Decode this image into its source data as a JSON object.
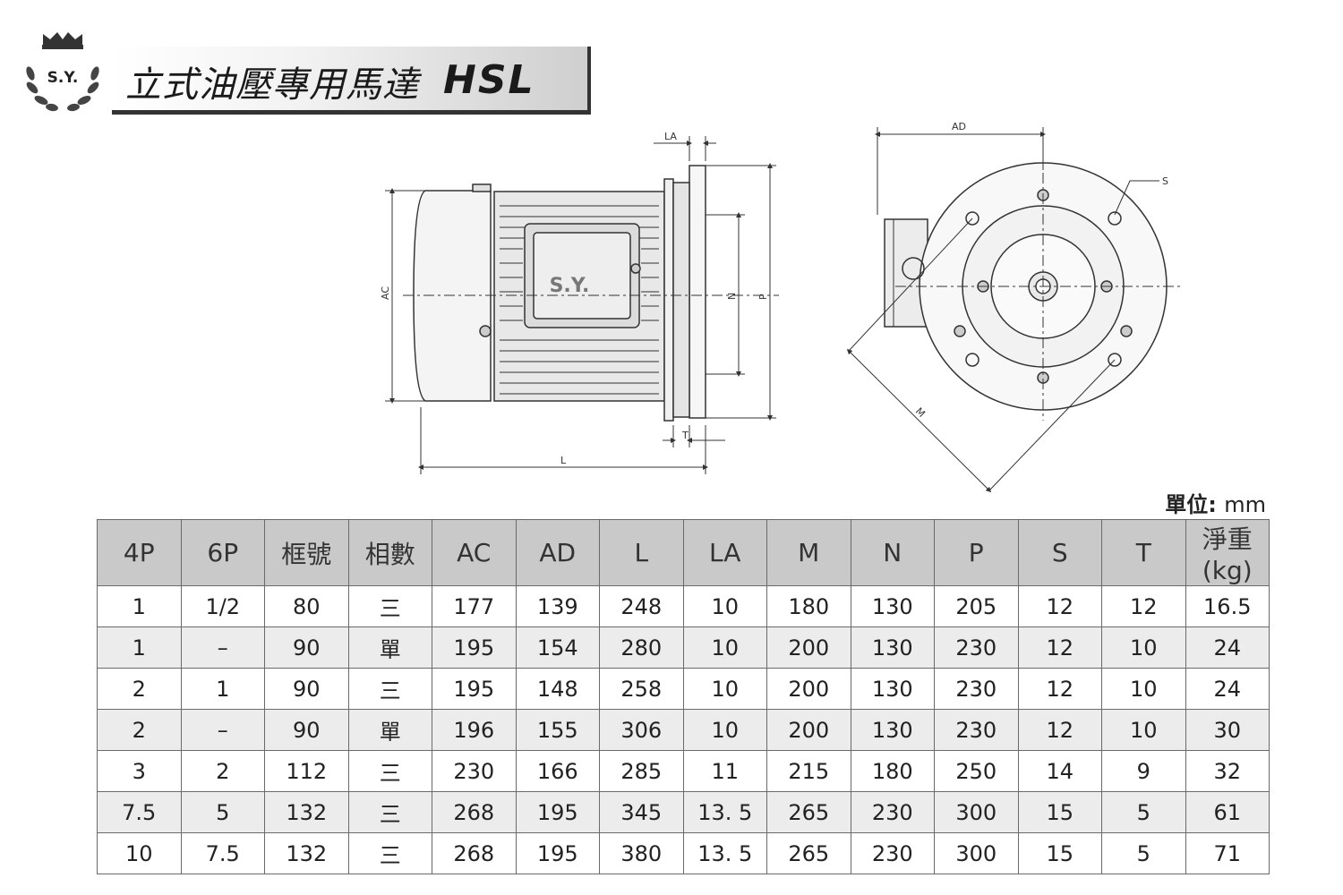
{
  "header": {
    "brand": "S.Y.",
    "title": "立式油壓專用馬達",
    "model": "HSL"
  },
  "drawing_labels": {
    "la": "LA",
    "ac": "AC",
    "n": "N",
    "p": "P",
    "t": "T",
    "l": "L",
    "ad": "AD",
    "s": "S",
    "m": "M",
    "nameplate": "S.Y."
  },
  "unit": {
    "label": "單位:",
    "value": "mm"
  },
  "table": {
    "headers": [
      "4P",
      "6P",
      "框號",
      "相數",
      "AC",
      "AD",
      "L",
      "LA",
      "M",
      "N",
      "P",
      "S",
      "T",
      "淨重(kg)"
    ],
    "rows": [
      [
        "1",
        "1/2",
        "80",
        "三",
        "177",
        "139",
        "248",
        "10",
        "180",
        "130",
        "205",
        "12",
        "12",
        "16.5"
      ],
      [
        "1",
        "–",
        "90",
        "單",
        "195",
        "154",
        "280",
        "10",
        "200",
        "130",
        "230",
        "12",
        "10",
        "24"
      ],
      [
        "2",
        "1",
        "90",
        "三",
        "195",
        "148",
        "258",
        "10",
        "200",
        "130",
        "230",
        "12",
        "10",
        "24"
      ],
      [
        "2",
        "–",
        "90",
        "單",
        "196",
        "155",
        "306",
        "10",
        "200",
        "130",
        "230",
        "12",
        "10",
        "30"
      ],
      [
        "3",
        "2",
        "112",
        "三",
        "230",
        "166",
        "285",
        "11",
        "215",
        "180",
        "250",
        "14",
        "9",
        "32"
      ],
      [
        "7.5",
        "5",
        "132",
        "三",
        "268",
        "195",
        "345",
        "13. 5",
        "265",
        "230",
        "300",
        "15",
        "5",
        "61"
      ],
      [
        "10",
        "7.5",
        "132",
        "三",
        "268",
        "195",
        "380",
        "13. 5",
        "265",
        "230",
        "300",
        "15",
        "5",
        "71"
      ]
    ]
  }
}
